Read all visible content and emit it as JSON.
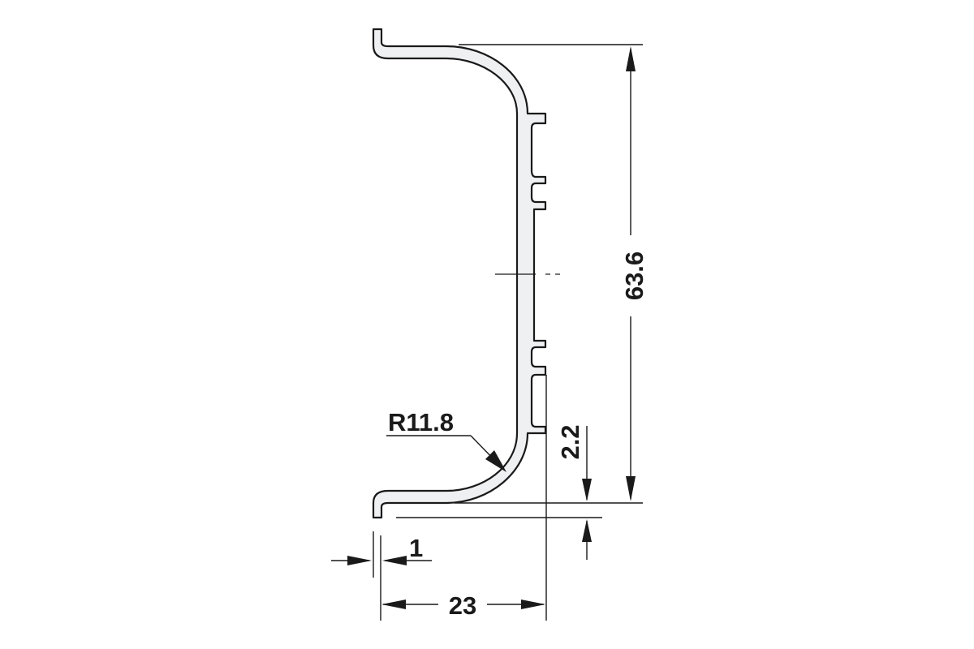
{
  "dimensions": {
    "height": "63.6",
    "depth": "23",
    "wall_thickness": "1",
    "inner_radius": "R11.8",
    "lip_offset": "2.2"
  }
}
